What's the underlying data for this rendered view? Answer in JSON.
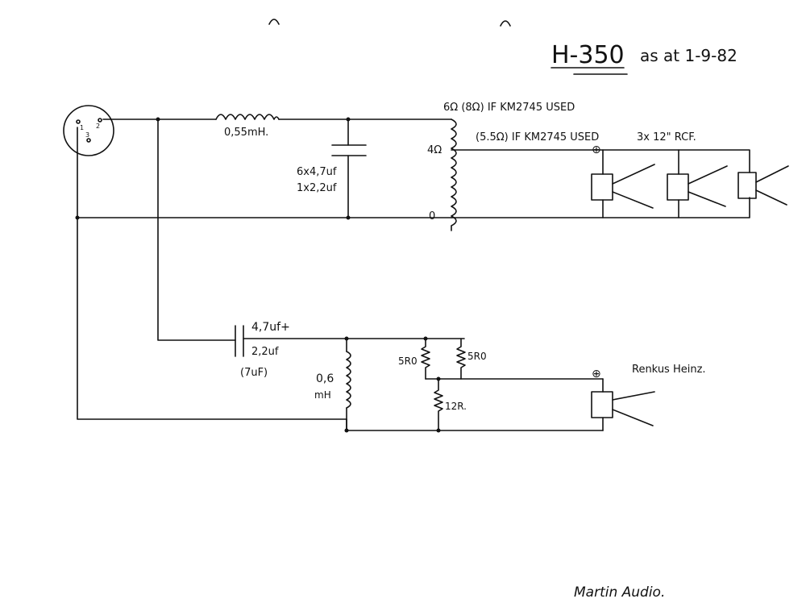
{
  "title": {
    "model": "H-350",
    "date_note": "as at 1-9-82"
  },
  "footer": {
    "signature": "Martin Audio."
  },
  "connector": {
    "pin1": "1",
    "pin2": "2",
    "pin3": "3"
  },
  "low_section": {
    "inductor": "0,55mH.",
    "capacitor_line1": "6x4,7uf",
    "capacitor_line2": "1x2,2uf",
    "tap_6ohm": "6Ω (8Ω) IF KM2745 USED",
    "tap_4ohm": "4Ω",
    "tap_4ohm_alt": "(5.5Ω) IF KM2745 USED",
    "tap_0": "0",
    "drivers_label": "3x 12\" RCF.",
    "polarity": "⊕"
  },
  "high_section": {
    "cap_line1": "4,7uf+",
    "cap_line2": "2,2uf",
    "cap_line3": "(7uF)",
    "inductor_line1": "0,6",
    "inductor_line2": "mH",
    "res_left": "5R0",
    "res_right": "5R0",
    "res_bottom": "12R.",
    "driver_label": "Renkus Heinz.",
    "polarity": "⊕"
  },
  "colors": {
    "ink": "#111111",
    "paper": "#ffffff"
  }
}
